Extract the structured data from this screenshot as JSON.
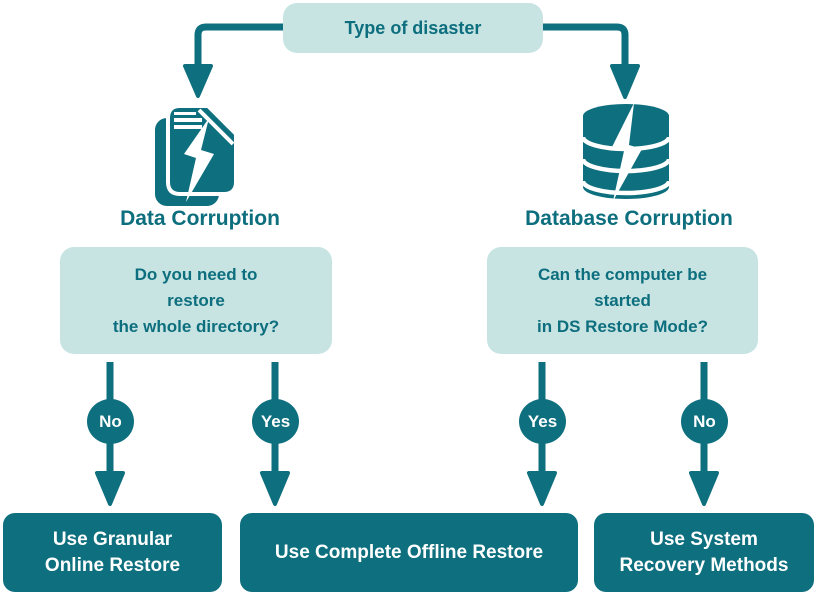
{
  "colors": {
    "accent_dark": "#0e6f7e",
    "accent_light": "#c7e4e3",
    "text_on_dark": "#ffffff",
    "text_on_light": "#0d6e7e",
    "background": "#ffffff"
  },
  "flowchart": {
    "root_label": "Type of disaster",
    "branches": [
      {
        "name": "data-corruption",
        "icon": "documents-lightning-icon",
        "label": "Data Corruption",
        "question": "Do you need to\nrestore\nthe whole directory?",
        "answers": [
          {
            "label": "No",
            "target": "Use Granular Online Restore"
          },
          {
            "label": "Yes",
            "target": "Use Complete Offline Restore"
          }
        ]
      },
      {
        "name": "database-corruption",
        "icon": "database-lightning-icon",
        "label": "Database Corruption",
        "question": "Can the computer be\nstarted\nin DS Restore Mode?",
        "answers": [
          {
            "label": "Yes",
            "target": "Use Complete Offline Restore"
          },
          {
            "label": "No",
            "target": "Use System Recovery Methods"
          }
        ]
      }
    ],
    "outcomes": [
      {
        "label": "Use Granular\nOnline Restore"
      },
      {
        "label": "Use Complete Offline Restore"
      },
      {
        "label": "Use System\nRecovery Methods"
      }
    ]
  }
}
